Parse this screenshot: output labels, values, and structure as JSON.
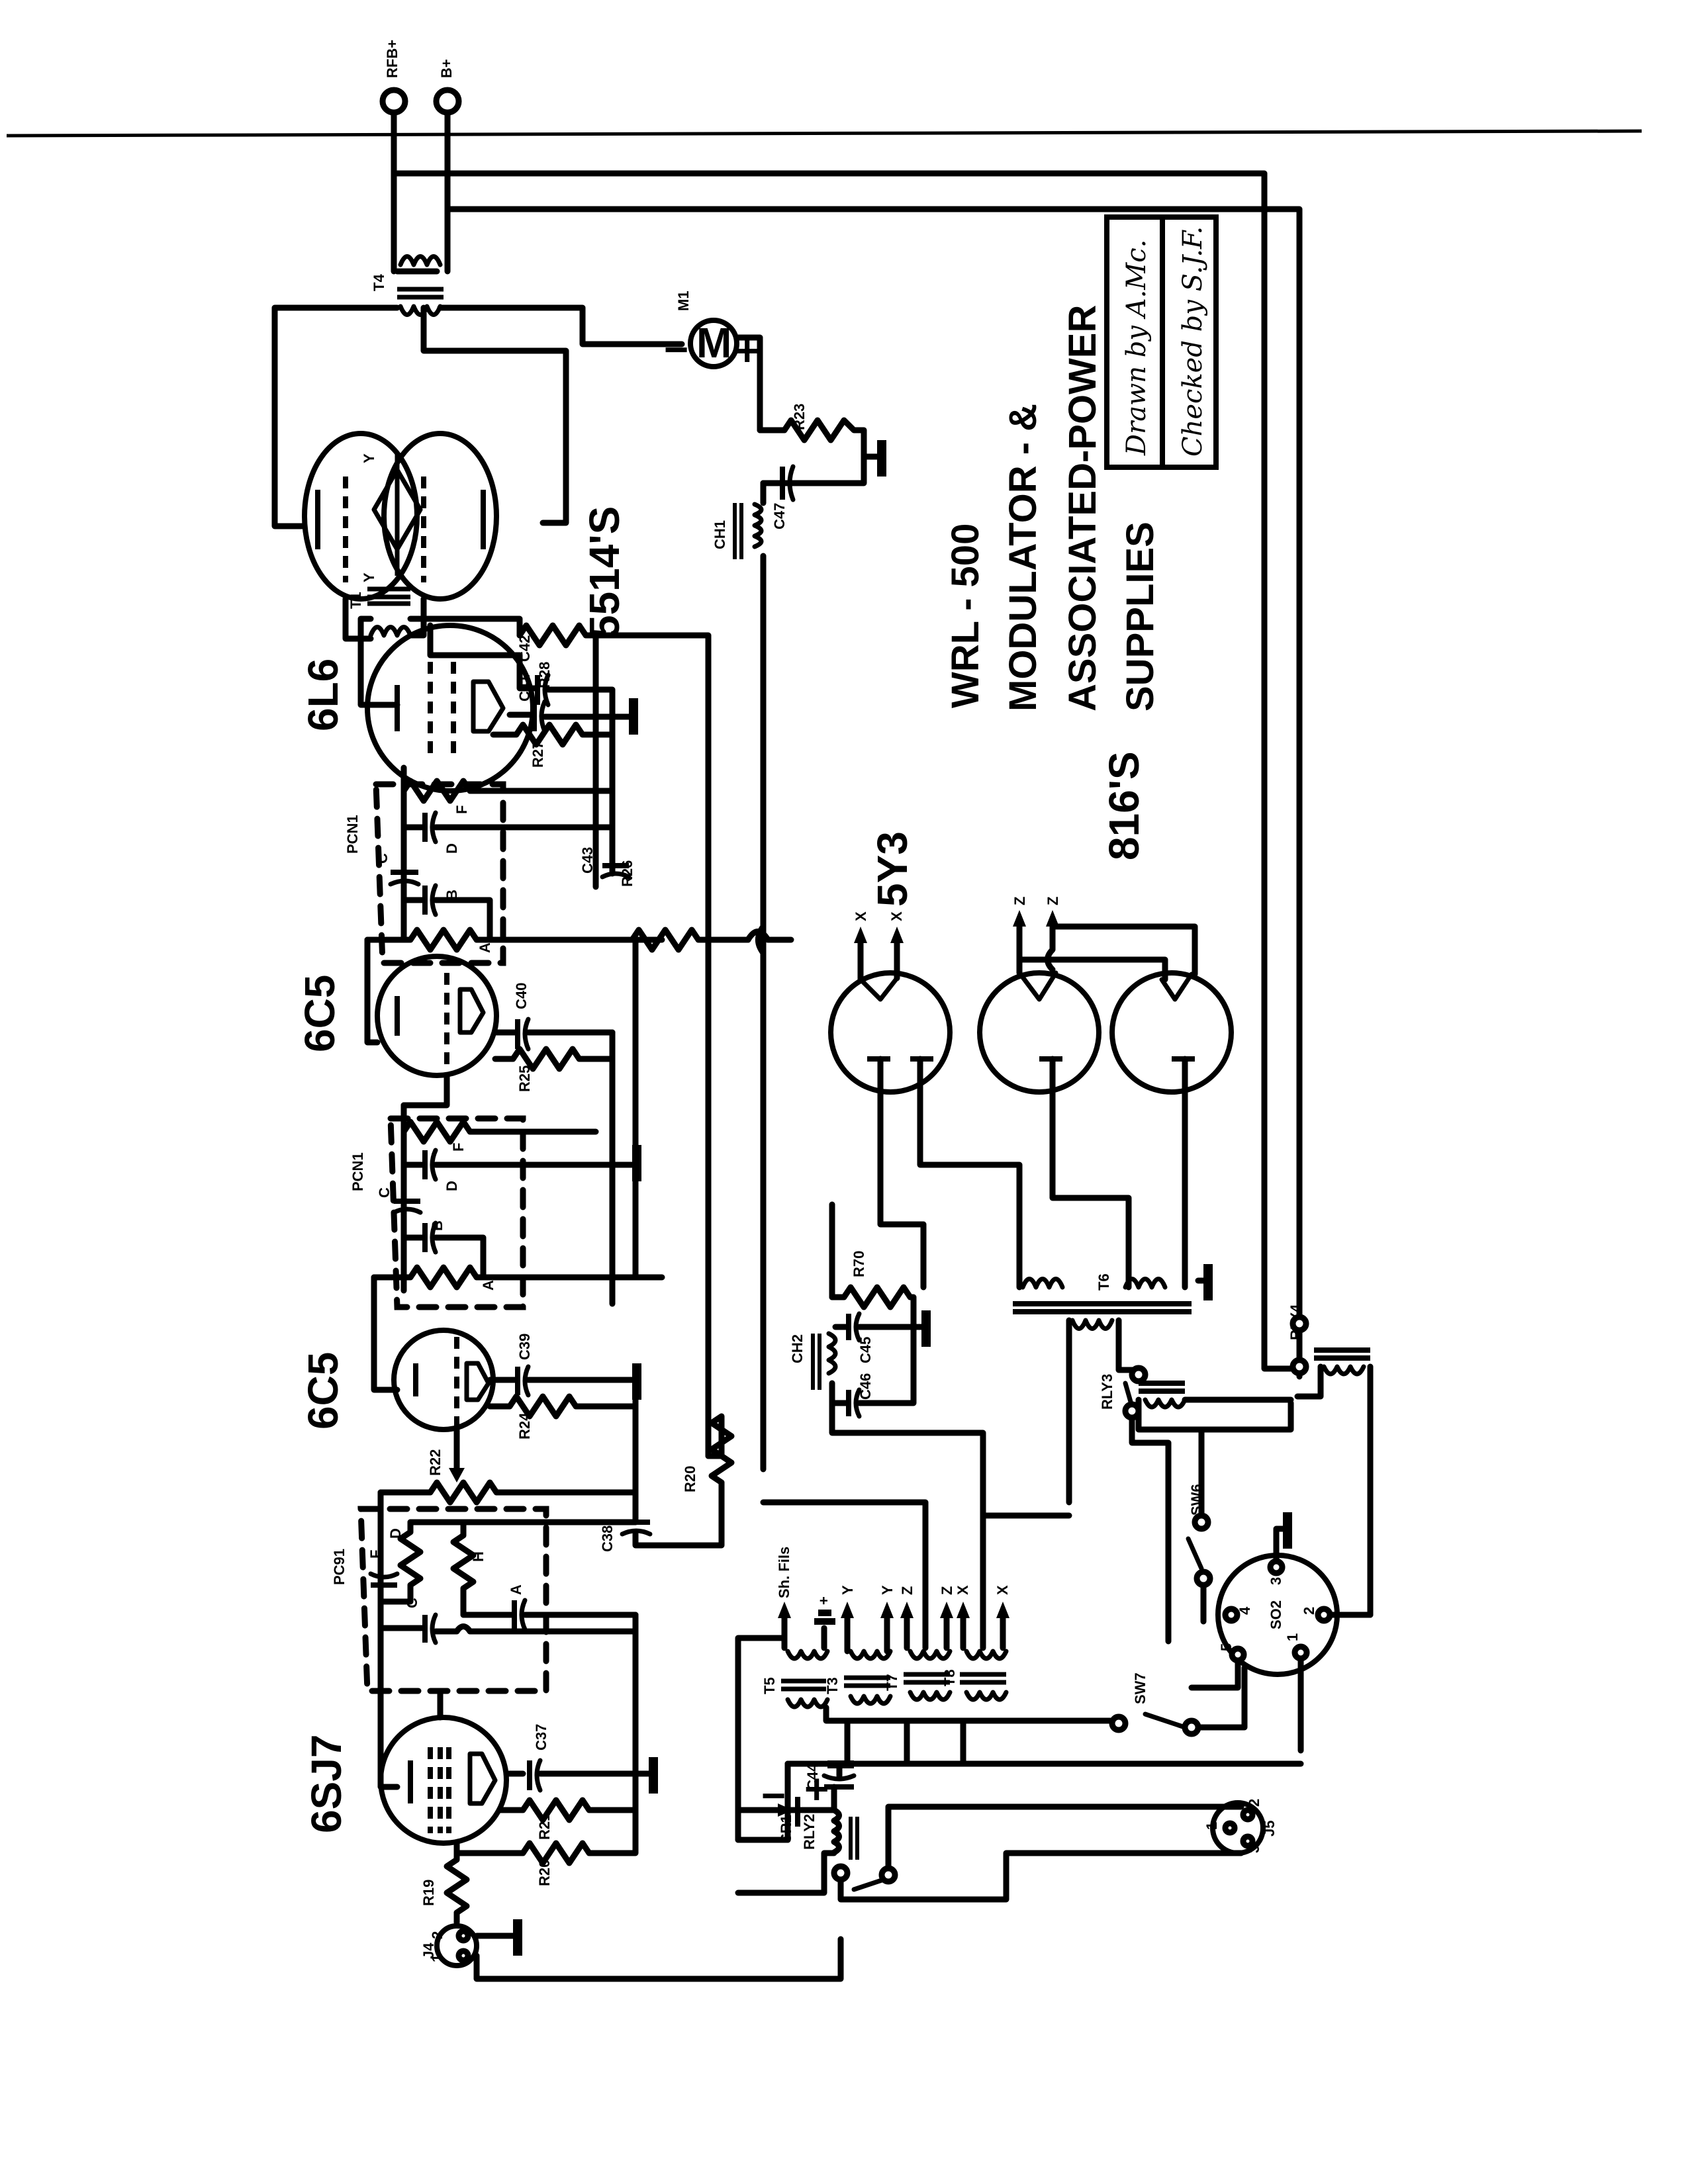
{
  "document": {
    "title_lines": [
      "WRL - 500",
      "MODULATOR - &",
      "ASSOCIATED-POWER",
      "SUPPLIES"
    ],
    "title_block": {
      "drawn_by": "Drawn  by A.Mc.",
      "checked_by": "Checked by S.J.F."
    },
    "orientation": "rotated 90° (landscape drawing on portrait page)"
  },
  "terminals": {
    "top_left": "RFB+",
    "top_right": "B+"
  },
  "tubes": [
    {
      "id": "6SJ7",
      "label": "6SJ7"
    },
    {
      "id": "6C5a",
      "label": "6C5"
    },
    {
      "id": "6C5b",
      "label": "6C5"
    },
    {
      "id": "6L6",
      "label": "6L6"
    },
    {
      "id": "5514s",
      "label": "5514'S"
    },
    {
      "id": "5Y3",
      "label": "5Y3"
    },
    {
      "id": "816s",
      "label": "816'S"
    }
  ],
  "components": {
    "resistors": [
      "R19",
      "R20",
      "R21",
      "R22",
      "R23",
      "R24",
      "R25",
      "R26",
      "R27",
      "R28",
      "R29",
      "R70"
    ],
    "capacitors": [
      "C37",
      "C38",
      "C39",
      "C40",
      "C41",
      "C42",
      "C43",
      "C44",
      "C45",
      "C46",
      "C47"
    ],
    "transformers": [
      "T1",
      "T3",
      "T4",
      "T5",
      "T6",
      "T7",
      "T8"
    ],
    "chokes": [
      "CH1",
      "CH2"
    ],
    "relays": [
      "RLY2",
      "RLY3",
      "RLY4"
    ],
    "switches": [
      "SW6",
      "SW7"
    ],
    "rectifier": "SR1",
    "sockets": [
      "J4",
      "J5",
      "SO2"
    ],
    "meter": {
      "id": "M1",
      "symbol": "M",
      "minus": "−",
      "plus": "+"
    },
    "networks": [
      "PC91",
      "PCN1",
      "PCN1"
    ]
  },
  "network_letters": {
    "pc91": [
      "F",
      "D",
      "C",
      "H",
      "A"
    ],
    "pcn1_a": [
      "C",
      "B",
      "A",
      "D",
      "F"
    ],
    "pcn1_b": [
      "C",
      "B",
      "A",
      "D",
      "F"
    ]
  },
  "filament_labels": {
    "t5": [
      "Sh. Fils",
      "+"
    ],
    "t3": [
      "Y",
      "Y"
    ],
    "t7": [
      "Z",
      "Z"
    ],
    "t8": [
      "X",
      "X"
    ],
    "5y3": [
      "X",
      "X"
    ],
    "816": [
      "Z",
      "Z"
    ],
    "5514": [
      "Y",
      "Y"
    ]
  },
  "sr1_polarity": {
    "minus": "−",
    "plus": "+"
  },
  "so2_pins": [
    "1",
    "2",
    "3",
    "4",
    "5"
  ],
  "j5_pins": [
    "1",
    "2",
    "3"
  ],
  "j4_pins": [
    "1",
    "2"
  ]
}
